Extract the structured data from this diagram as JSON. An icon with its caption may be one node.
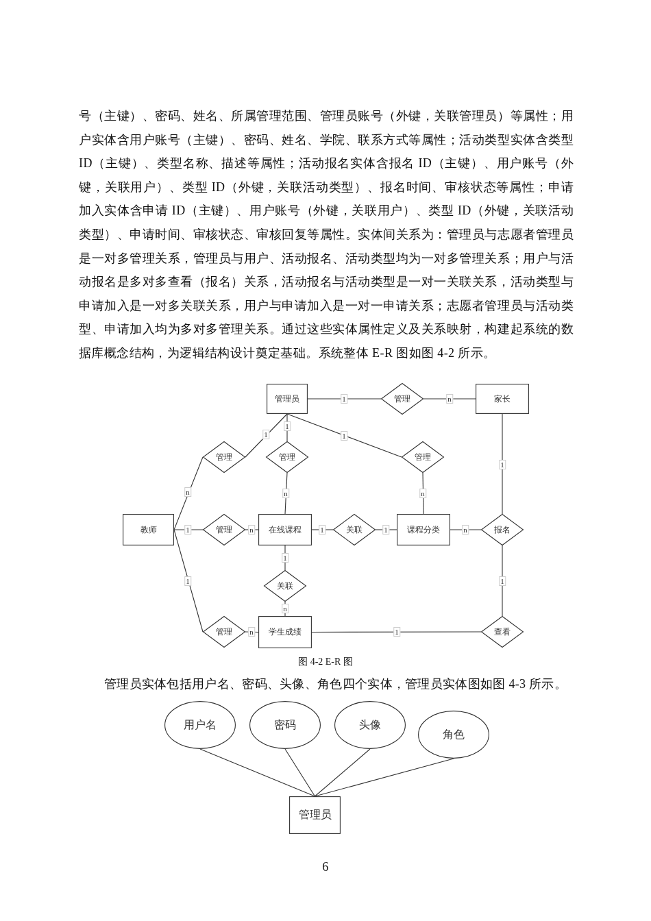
{
  "diagram": {
    "caption": "图 4-2 E-R 图",
    "nodes": [
      {
        "text": [
          "管理员"
        ]
      },
      {
        "text": [
          "管理"
        ]
      },
      {
        "text": [
          "家长"
        ]
      },
      {
        "text": [
          "管理"
        ]
      },
      {
        "text": [
          "管理"
        ]
      },
      {
        "text": [
          "管理"
        ]
      },
      {
        "text": [
          "教师"
        ]
      },
      {
        "text": [
          "管理"
        ]
      },
      {
        "text": [
          "在线课程"
        ]
      },
      {
        "text": [
          "关联"
        ]
      },
      {
        "text": [
          "课程分类"
        ]
      },
      {
        "text": [
          "报名"
        ]
      },
      {
        "text": [
          "关联"
        ]
      },
      {
        "text": [
          "管理"
        ]
      },
      {
        "text": [
          "学生成绩"
        ]
      },
      {
        "text": [
          "查看"
        ]
      },
      {
        "text": [
          "用户名"
        ]
      },
      {
        "text": [
          "密码"
        ]
      },
      {
        "text": [
          "头像"
        ]
      },
      {
        "text": [
          "角色"
        ]
      },
      {
        "text": [
          "管理员"
        ]
      }
    ],
    "edges": [
      {
        "from": 0,
        "to": 1,
        "arrow": "none",
        "label": "1"
      },
      {
        "from": 1,
        "to": 2,
        "arrow": "none",
        "label": "n"
      },
      {
        "from": 0,
        "to": 3,
        "arrow": "none",
        "label": "1"
      },
      {
        "from": 3,
        "to": 6,
        "arrow": "none",
        "label": "n"
      },
      {
        "from": 0,
        "to": 4,
        "arrow": "none",
        "label": "1"
      },
      {
        "from": 4,
        "to": 8,
        "arrow": "none",
        "label": "n"
      },
      {
        "from": 0,
        "to": 5,
        "arrow": "none",
        "label": "1"
      },
      {
        "from": 5,
        "to": 10,
        "arrow": "none",
        "label": "n"
      },
      {
        "from": 2,
        "to": 11,
        "arrow": "none",
        "label": "1"
      },
      {
        "from": 6,
        "to": 7,
        "arrow": "none",
        "label": "1"
      },
      {
        "from": 7,
        "to": 8,
        "arrow": "none",
        "label": "n"
      },
      {
        "from": 8,
        "to": 9,
        "arrow": "none",
        "label": "1"
      },
      {
        "from": 9,
        "to": 10,
        "arrow": "none",
        "label": "1"
      },
      {
        "from": 10,
        "to": 11,
        "arrow": "none",
        "label": "n"
      },
      {
        "from": 8,
        "to": 12,
        "arrow": "none",
        "label": "1"
      },
      {
        "from": 12,
        "to": 14,
        "arrow": "none",
        "label": "n"
      },
      {
        "from": 6,
        "to": 13,
        "arrow": "none",
        "label": "1"
      },
      {
        "from": 13,
        "to": 14,
        "arrow": "none",
        "label": "n"
      },
      {
        "from": 14,
        "to": 15,
        "arrow": "none",
        "label": "1"
      },
      {
        "from": 11,
        "to": 15,
        "arrow": "none",
        "label": "1"
      },
      {
        "from": 16,
        "to": 20,
        "arrow": "none"
      },
      {
        "from": 17,
        "to": 20,
        "arrow": "none"
      },
      {
        "from": 18,
        "to": 20,
        "arrow": "none"
      },
      {
        "from": 19,
        "to": 20,
        "arrow": "none"
      }
    ],
    "labels": [
      "号（主键）、密码、姓名、所属管理范围、管理员账号（外键，关联管理员）等属性；用户实体含用户账号（主键）、密码、姓名、学院、联系方式等属性；活动类型实体含类型 ID（主键）、类型名称、描述等属性；活动报名实体含报名 ID（主键）、用户账号（外键，关联用户）、类型 ID（外键，关联活动类型）、报名时间、审核状态等属性；申请加入实体含申请 ID（主键）、用户账号（外键，关联用户）、类型 ID（外键，关联活动类型）、申请时间、审核状态、审核回复等属性。实体间关系为：管理员与志愿者管理员是一对多管理关系，管理员与用户、活动报名、活动类型均为一对多管理关系；用户与活动报名是多对多查看（报名）关系，活动报名与活动类型是一对一关联关系，活动类型与申请加入是一对多关联关系，用户与申请加入是一对一申请关系；志愿者管理员与活动类型、申请加入均为多对多管理关系。通过这些实体属性定义及关系映射，构建起系统的数据库概念结构，为逻辑结构设计奠定基础。系统整体 E-R 图如图 4-2 所示。",
      "管理员实体包括用户名、密码、头像、角色四个实体，管理员实体图如图 4-3 所示。",
      "6"
    ]
  }
}
